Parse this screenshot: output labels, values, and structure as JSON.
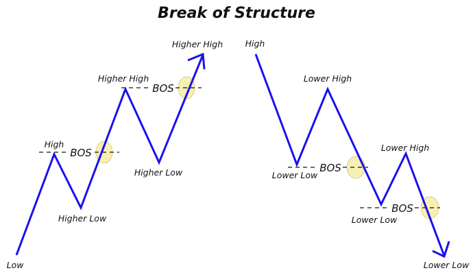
{
  "title": "Break of Structure",
  "bullish": {
    "labels": {
      "low": "Low",
      "high": "High",
      "higher_low_1": "Higher Low",
      "higher_high_1": "Higher High",
      "higher_low_2": "Higher Low",
      "higher_high_2": "Higher High",
      "bos_1": "BOS",
      "bos_2": "BOS"
    }
  },
  "bearish": {
    "labels": {
      "high": "High",
      "lower_low_1": "Lower Low",
      "lower_high_1": "Lower High",
      "lower_low_2": "Lower Low",
      "lower_high_2": "Lower High",
      "lower_low_3": "Lower Low",
      "bos_1": "BOS",
      "bos_2": "BOS"
    }
  },
  "colors": {
    "line": "#1a10f0",
    "circle_fill": "#f7efb4",
    "circle_stroke": "#d8cf8e",
    "dash": "#111111"
  }
}
